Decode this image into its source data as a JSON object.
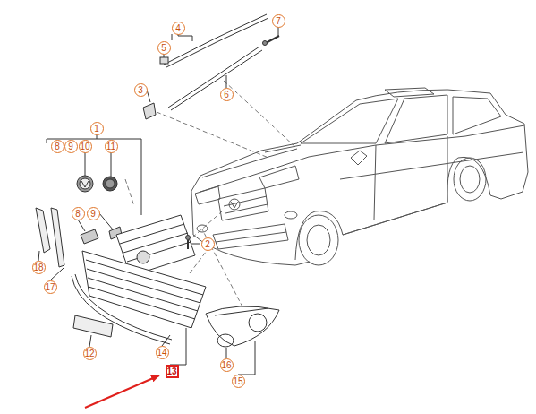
{
  "diagram": {
    "labels": [
      "7",
      "4",
      "5",
      "3",
      "6",
      "1",
      "8",
      "9",
      "10",
      "11",
      "8",
      "9",
      "2",
      "18",
      "17",
      "12",
      "14",
      "13",
      "16",
      "15"
    ]
  }
}
